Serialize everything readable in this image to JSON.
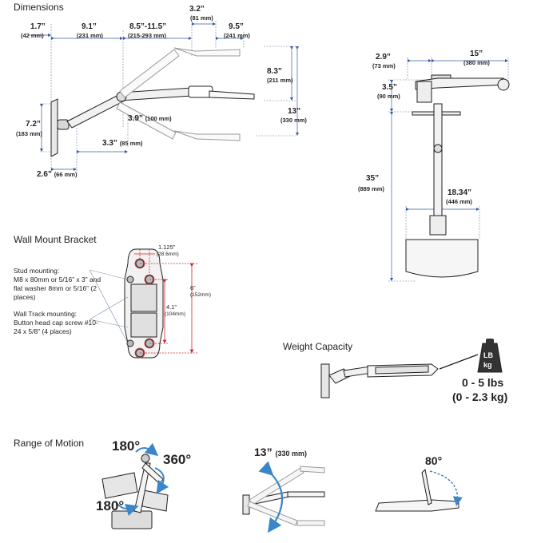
{
  "sections": {
    "dimensions": "Dimensions",
    "wall_mount_bracket": "Wall Mount Bracket",
    "weight_capacity": "Weight Capacity",
    "range_of_motion": "Range of Motion"
  },
  "side_view": {
    "d1": {
      "in": "1.7”",
      "mm": "(42 mm)"
    },
    "d2": {
      "in": "9.1”",
      "mm": "(231 mm)"
    },
    "d3": {
      "in": "8.5”-11.5”",
      "mm": "(215-293 mm)"
    },
    "d4": {
      "in": "3.2”",
      "mm": "(81 mm)"
    },
    "d5": {
      "in": "9.5”",
      "mm": "(241 mm)"
    },
    "d6": {
      "in": "8.3”",
      "mm": "(211 mm)"
    },
    "d7": {
      "in": "13”",
      "mm": "(330 mm)"
    },
    "d8": {
      "in": "3.9”",
      "mm": "(100 mm)"
    },
    "d9": {
      "in": "7.2”",
      "mm": "(183 mm)"
    },
    "d10": {
      "in": "3.3”",
      "mm": "(85 mm)"
    },
    "d11": {
      "in": "2.6”",
      "mm": "(66 mm)"
    }
  },
  "front_view": {
    "d1": {
      "in": "2.9”",
      "mm": "(73 mm)"
    },
    "d2": {
      "in": "15”",
      "mm": "(380 mm)"
    },
    "d3": {
      "in": "3.5”",
      "mm": "(90 mm)"
    },
    "d4": {
      "in": "35”",
      "mm": "(889 mm)"
    },
    "d5": {
      "in": "18.34”",
      "mm": "(446 mm)"
    }
  },
  "bracket": {
    "top_in": "1.125”",
    "top_mm": "(28.6mm)",
    "right_in": "6”",
    "right_mm": "(152mm)",
    "mid_in": "4.1”",
    "mid_mm": "(104mm)",
    "stud_note_title": "Stud mounting:",
    "stud_note_body": "M8 x 80mm or 5/16” x 3” and flat washer 8mm or 5/16” (2 places)",
    "track_note_title": "Wall Track mounting:",
    "track_note_body": "Button head cap screw #10-24 x 5/8” (4 places)"
  },
  "weight": {
    "badge_top": "LB",
    "badge_bottom": "kg",
    "lbs": "0 - 5 lbs",
    "kg": "(0 - 2.3 kg)"
  },
  "motion": {
    "rot1": "180°",
    "rot2": "360°",
    "rot3": "180°",
    "lift_in": "13”",
    "lift_mm": "(330 mm)",
    "tilt": "80°"
  },
  "colors": {
    "accent_blue": "#3a86c8",
    "dim_red": "#d0262f",
    "line": "#231f20",
    "dim_line": "#6a7fa8"
  }
}
